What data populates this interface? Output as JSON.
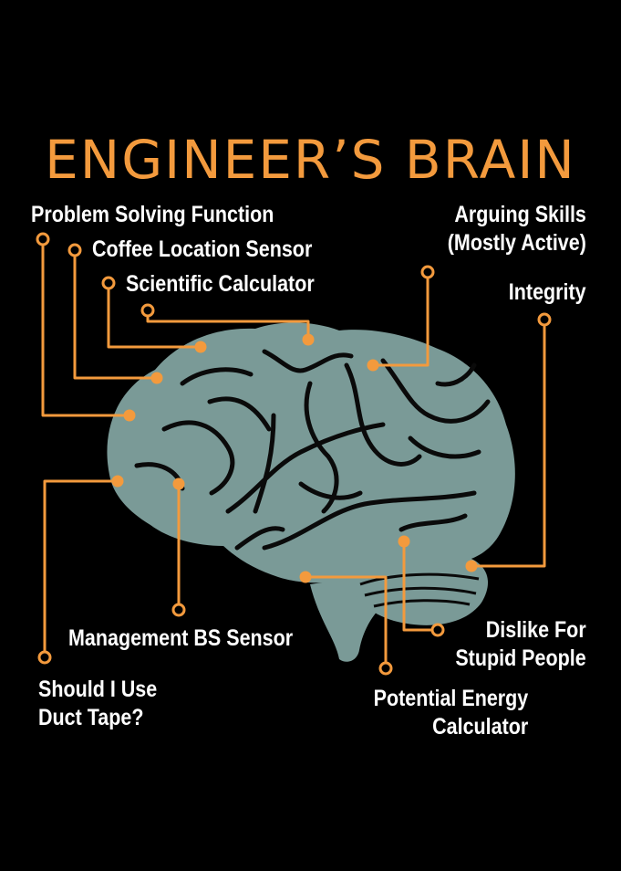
{
  "title": "ENGINEER’S BRAIN",
  "colors": {
    "background": "#000000",
    "accent": "#f39a3d",
    "brain_fill": "#7a9a97",
    "brain_lines": "#0a0a0a",
    "label_text": "#ffffff"
  },
  "labels": {
    "problem_solving": "Problem Solving Function",
    "coffee_location": "Coffee Location Sensor",
    "scientific_calculator": "Scientific Calculator",
    "arguing_skills": [
      "Arguing Skills",
      "(Mostly Active)"
    ],
    "integrity": "Integrity",
    "management_bs": "Management BS Sensor",
    "duct_tape": [
      "Should I Use",
      "Duct Tape?"
    ],
    "potential_energy": [
      "Potential Energy",
      "Calculator"
    ],
    "dislike_stupid": [
      "Dislike For",
      "Stupid People"
    ]
  },
  "icons": {
    "brain": "brain-illustration",
    "callout_point": "dot-marker",
    "callout_end": "ring-marker"
  }
}
